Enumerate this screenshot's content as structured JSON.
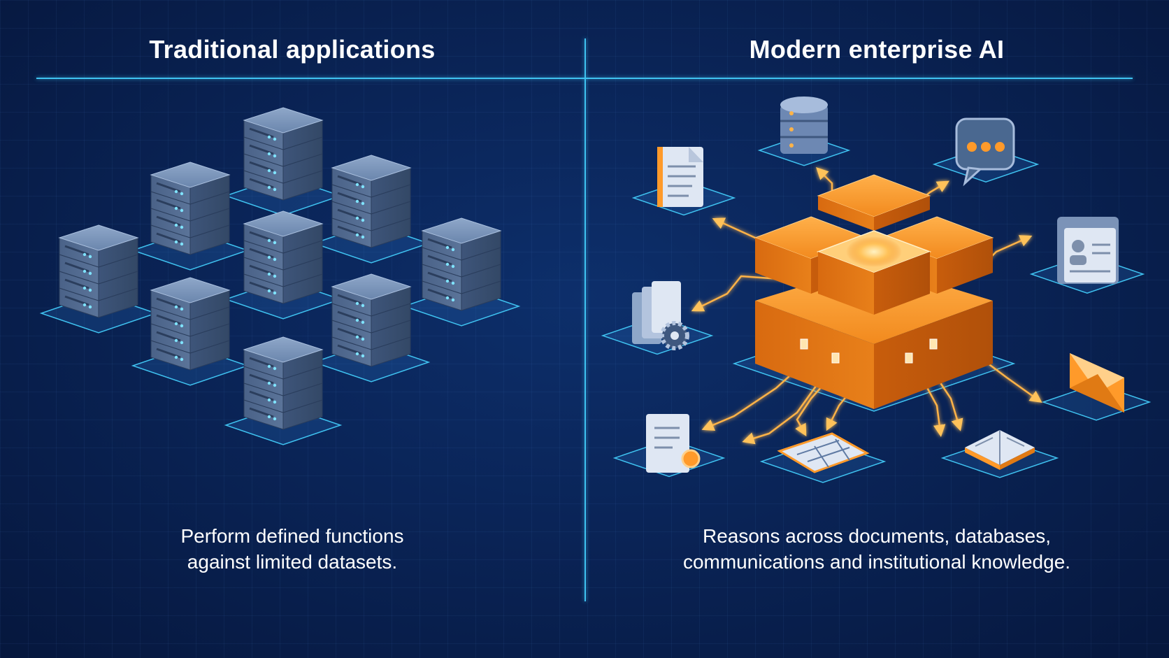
{
  "left_panel": {
    "title": "Traditional applications",
    "caption_lines": [
      "Perform defined functions",
      "against limited datasets."
    ]
  },
  "right_panel": {
    "title": "Modern enterprise AI",
    "caption_lines": [
      "Reasons across documents, databases,",
      "communications and institutional knowledge."
    ]
  },
  "colors": {
    "background": "#0a2457",
    "accent_line": "#3fc2f0",
    "server": "#5f7aa3",
    "core": "#f08a1c",
    "connector": "#ffb347"
  },
  "icons": {
    "left_servers": [
      "server-stack-icon",
      "server-stack-icon",
      "server-stack-icon",
      "server-stack-icon",
      "server-stack-icon",
      "server-stack-icon",
      "server-stack-icon",
      "server-stack-icon",
      "server-stack-icon"
    ],
    "right_sources": [
      "database-icon",
      "chat-bubble-icon",
      "document-icon",
      "contact-folder-icon",
      "file-settings-icon",
      "envelope-icon",
      "certificate-icon",
      "blueprint-icon",
      "open-book-icon"
    ],
    "center": "ai-core-cube-icon"
  }
}
